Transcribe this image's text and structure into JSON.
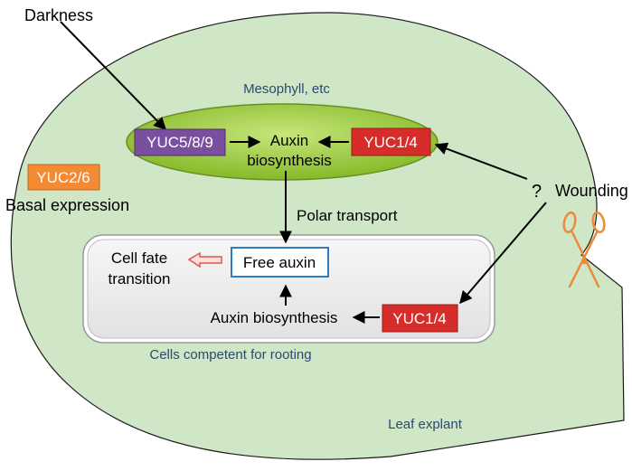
{
  "labels": {
    "darkness": "Darkness",
    "mesophyll": "Mesophyll, etc",
    "auxin_biosynthesis_top": [
      "Auxin",
      "biosynthesis"
    ],
    "basal_expression": "Basal expression",
    "question_mark": "?",
    "wounding": "Wounding",
    "polar_transport": "Polar transport",
    "cell_fate_transition": [
      "Cell fate",
      "transition"
    ],
    "free_auxin": "Free auxin",
    "auxin_biosynthesis_bottom": "Auxin biosynthesis",
    "cells_competent": "Cells competent for rooting",
    "leaf_explant": "Leaf explant"
  },
  "genes": {
    "yuc589": "YUC5/8/9",
    "yuc14_top": "YUC1/4",
    "yuc26": "YUC2/6",
    "yuc14_bottom": "YUC1/4"
  },
  "colors": {
    "leaf_fill": "#cfe7c6",
    "ellipse_fill": "#9fcf3c",
    "purple_box": "#7a4fa0",
    "red_box": "#d62d2a",
    "orange_box": "#f58a34",
    "cell_fill": "#ececec",
    "free_auxin_border": "#2f7cc3",
    "hollow_arrow": "#e3534f",
    "scissors": "#ec8a3a",
    "label_blue": "#2a4a70"
  }
}
